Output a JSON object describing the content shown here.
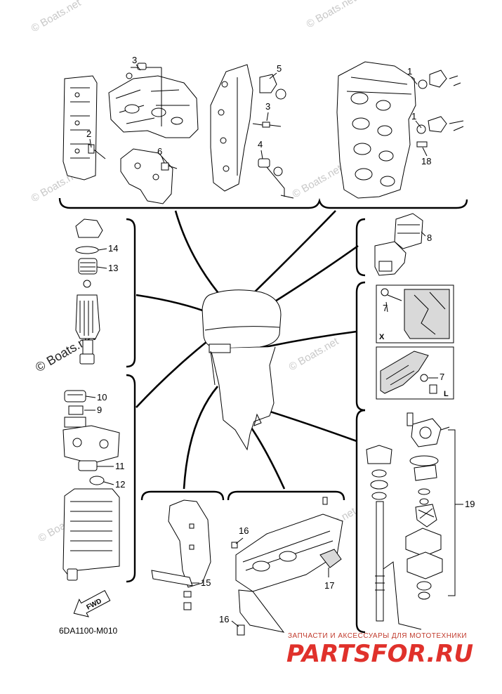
{
  "diagram": {
    "callouts": {
      "c1a": "1",
      "c1b": "1",
      "c2": "2",
      "c3a": "3",
      "c3b": "3",
      "c4": "4",
      "c5": "5",
      "c6": "6",
      "c7a": "7",
      "c7b": "7",
      "c8": "8",
      "c9": "9",
      "c10": "10",
      "c11": "11",
      "c12": "12",
      "c13": "13",
      "c14": "14",
      "c15": "15",
      "c16a": "16",
      "c16b": "16",
      "c17": "17",
      "c18": "18",
      "c19": "19"
    },
    "view_labels": {
      "x": "X",
      "l": "L"
    },
    "fwd_arrow_label": "FWD",
    "reference_code": "6DA1100-M010"
  },
  "watermarks": {
    "top_left": "© Boats.net",
    "top_right": "© Boats.net",
    "mid_left": "© Boats.net",
    "mid_center": "© Boats.net",
    "mid_right": "© Boats.net",
    "big_left": "© Boats.net",
    "bottom_left": "© Boats.net",
    "bottom_right": "© Boats.net"
  },
  "branding": {
    "tagline": "ЗАПЧАСТИ И АКСЕССУАРЫ ДЛЯ МОТОТЕХНИКИ",
    "logo_text": "PARTSFOR.RU"
  },
  "colors": {
    "ink": "#000000",
    "watermark": "#c8c8c8",
    "brand_red": "#e0312b"
  }
}
